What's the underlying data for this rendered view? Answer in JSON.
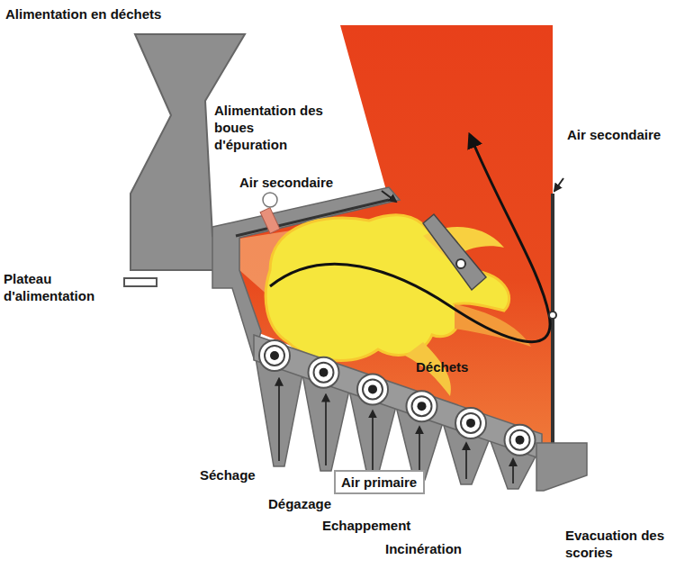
{
  "diagram": {
    "nodes": [
      {
        "text": [
          "Air primaire"
        ]
      }
    ],
    "labels": [
      "Alimentation en déchets",
      "Alimentation des boues d'épuration",
      "Air secondaire",
      "Air secondaire",
      "Plateau d'alimentation",
      "Déchets",
      "Séchage",
      "Dégazage",
      "Echappement",
      "Incinération",
      "Evacuation des scories"
    ]
  }
}
